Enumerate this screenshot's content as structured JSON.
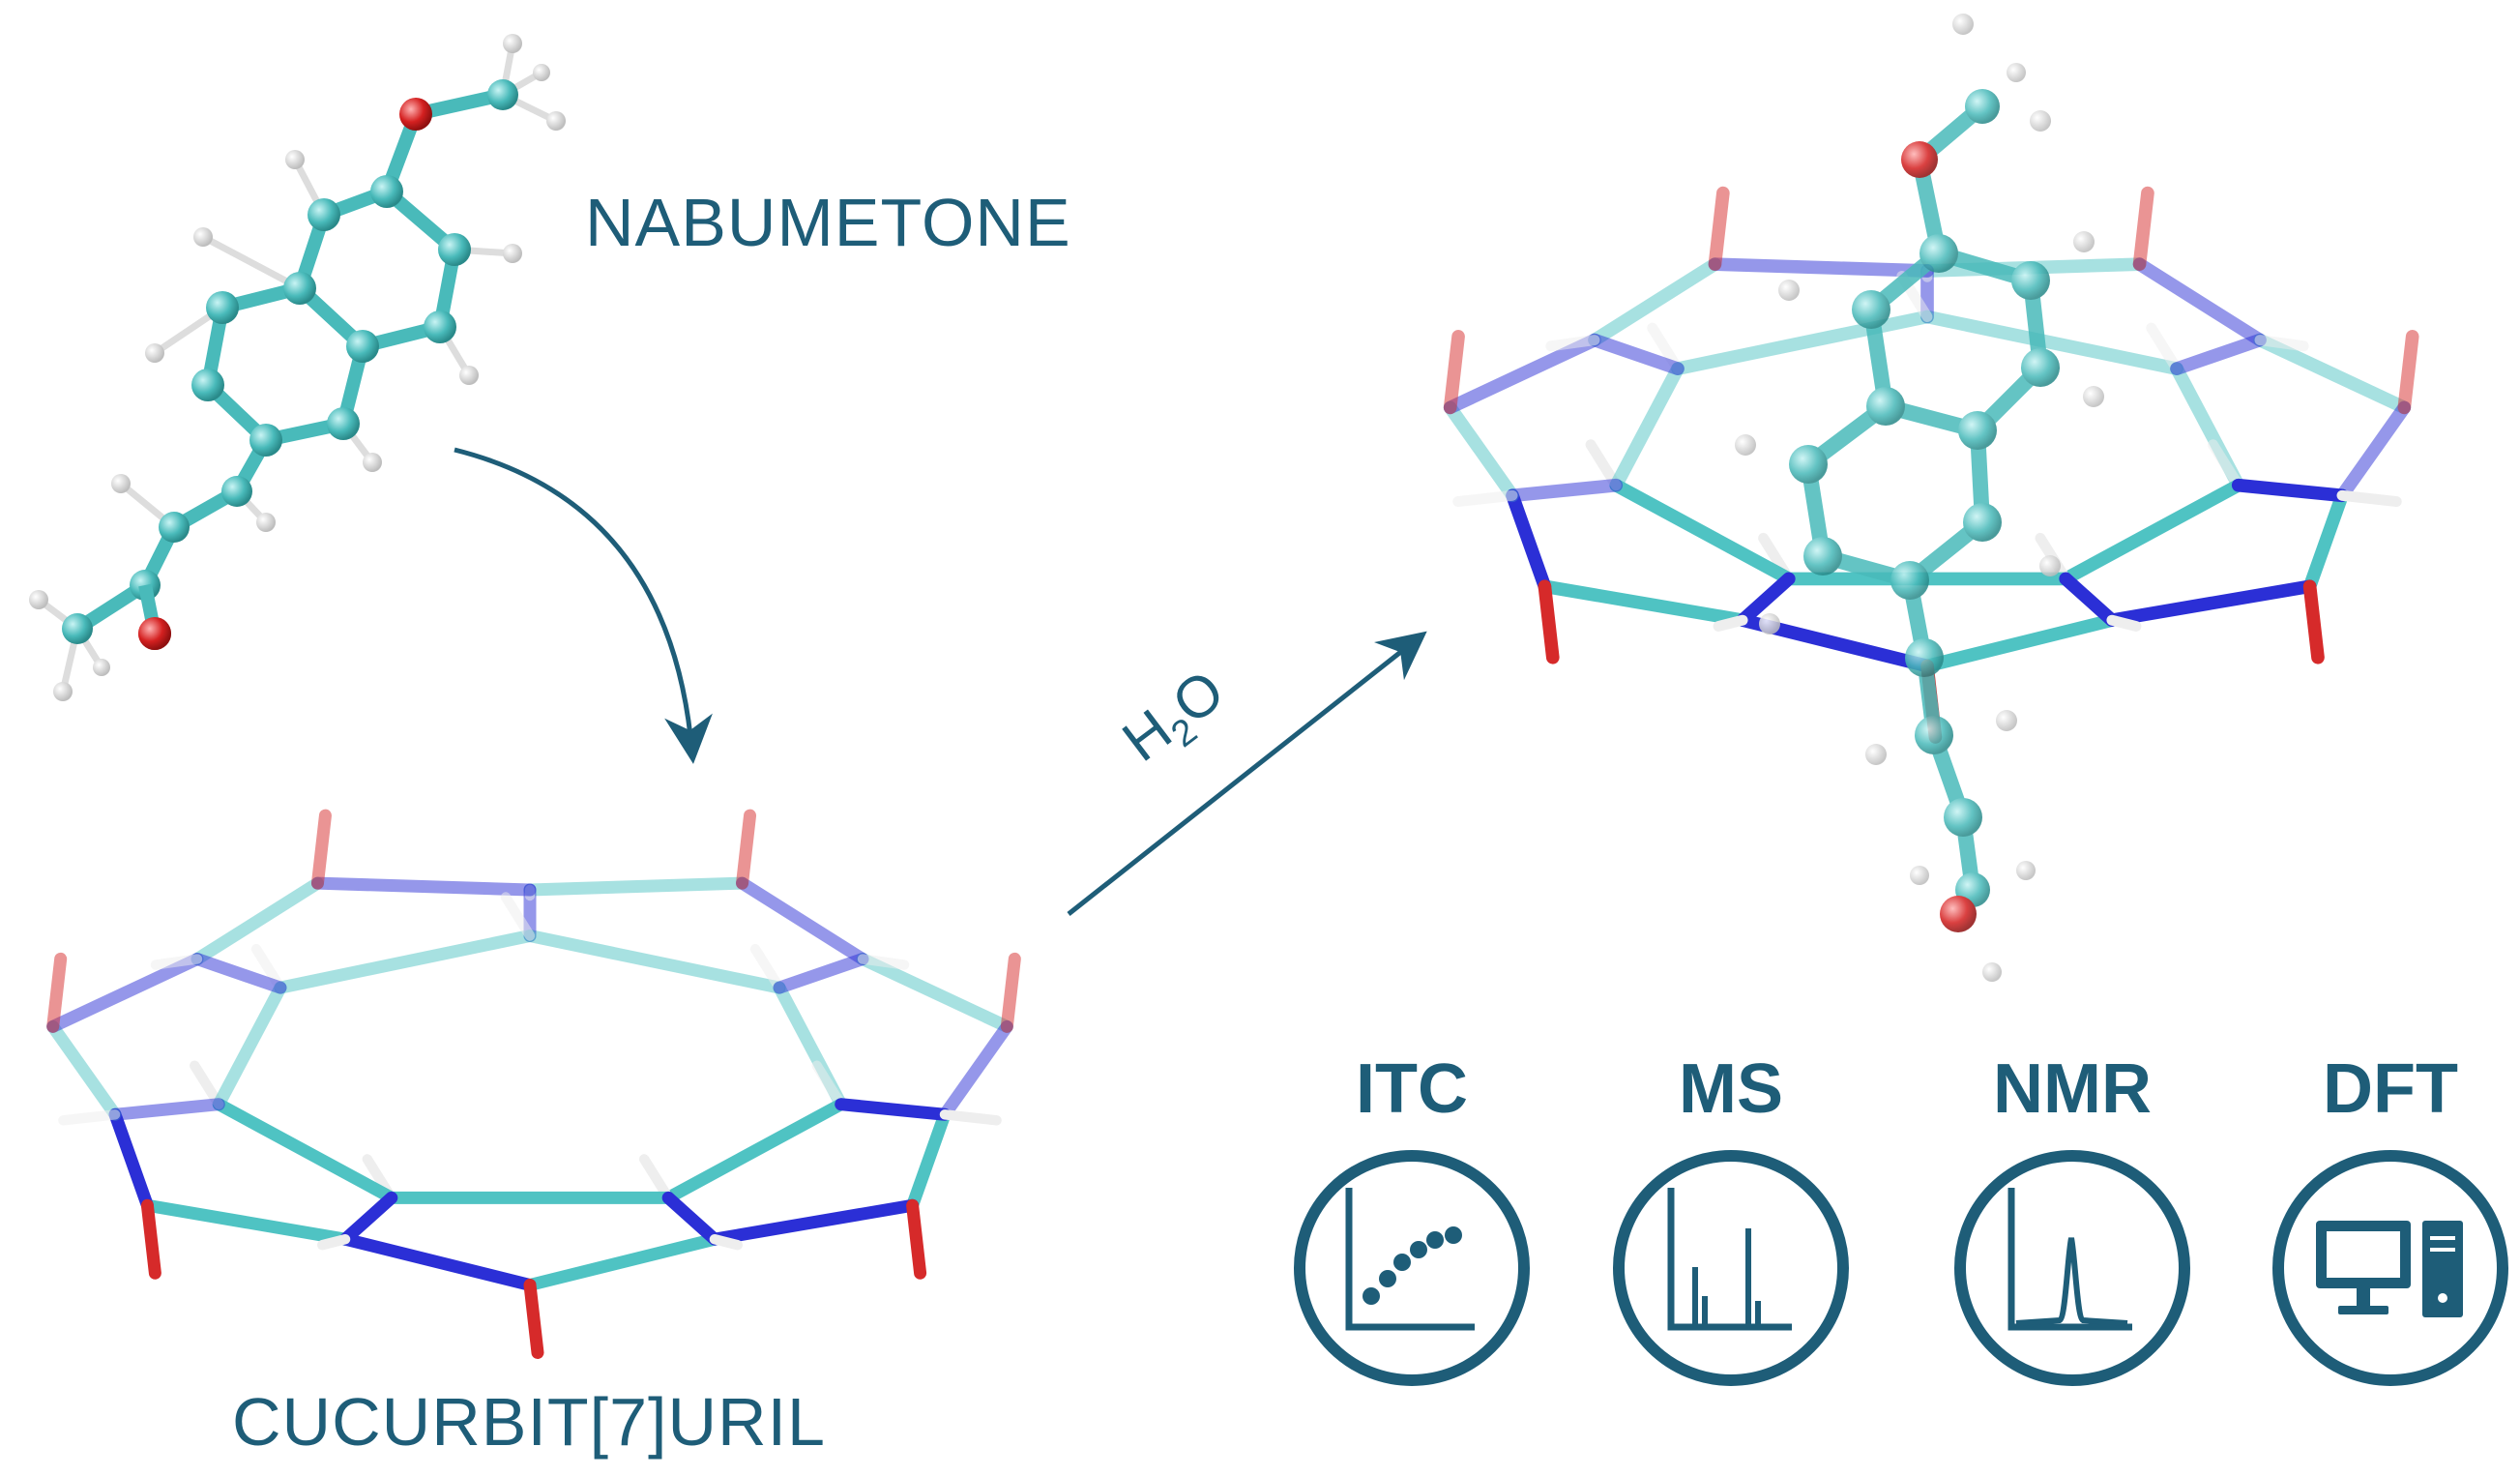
{
  "labels": {
    "guest": "NABUMETONE",
    "host": "CUCURBIT[7]URIL",
    "solvent_main": "H",
    "solvent_sub": "2",
    "solvent_tail": "O"
  },
  "techniques": [
    {
      "label": "ITC",
      "icon": "titration-curve-icon"
    },
    {
      "label": "MS",
      "icon": "mass-spectrum-icon"
    },
    {
      "label": "NMR",
      "icon": "nmr-peak-icon"
    },
    {
      "label": "DFT",
      "icon": "computer-icon"
    }
  ],
  "colors": {
    "text": "#1e5d78",
    "carbon": "#4fc3c3",
    "nitrogen": "#2b2fd6",
    "oxygen": "#d62a2a",
    "hydrogen": "#eeeeee",
    "arrow": "#1e5d78"
  }
}
